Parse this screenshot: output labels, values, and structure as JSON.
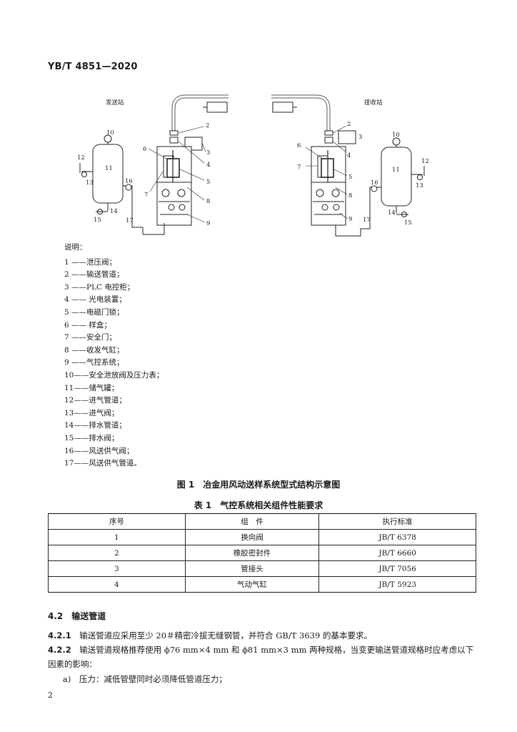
{
  "header": {
    "standard_code": "YB/T 4851—2020"
  },
  "figure": {
    "left_station_label": "发送站",
    "right_station_label": "接收站",
    "left_callouts": [
      "10",
      "12",
      "13",
      "11",
      "15",
      "14",
      "16",
      "17",
      "6",
      "7",
      "2",
      "3",
      "4",
      "5",
      "8",
      "9"
    ],
    "right_callouts": [
      "2",
      "3",
      "6",
      "4",
      "7",
      "5",
      "8",
      "9",
      "17",
      "10",
      "11",
      "12",
      "13",
      "16",
      "14",
      "15"
    ],
    "legend_title": "说明：",
    "legend_items": [
      "1 ——泄压阀；",
      "2 ——输送管道；",
      "3 ——PLC 电控柜；",
      "4 —— 光电装置；",
      "5 ——电磁门锁；",
      "6 —— 样盒；",
      "7 ——安全门；",
      "8 ——收发气缸；",
      "9 ——气控系统；",
      "10——安全泄放阀及压力表；",
      "11——储气罐；",
      "12——进气管道；",
      "13——进气阀；",
      "14——排水管道；",
      "15——排水阀；",
      "16——风送供气阀；",
      "17——风送供气管道。"
    ],
    "caption": "图 1　冶金用风动送样系统型式结构示意图"
  },
  "table": {
    "caption": "表 1　气控系统相关组件性能要求",
    "headers": [
      "序号",
      "组　件",
      "执行标准"
    ],
    "rows": [
      [
        "1",
        "换向阀",
        "JB/T 6378"
      ],
      [
        "2",
        "橡胶密封件",
        "JB/T 6660"
      ],
      [
        "3",
        "管接头",
        "JB/T 7056"
      ],
      [
        "4",
        "气动气缸",
        "JB/T 5923"
      ]
    ]
  },
  "section": {
    "title": "4.2　输送管道",
    "p1_num": "4.2.1",
    "p1_text": "输送管道应采用至少 20＃精密冷拔无缝钢管，并符合 GB/T 3639 的基本要求。",
    "p2_num": "4.2.2",
    "p2_text": "输送管道规格推荐使用 ϕ76 mm×4 mm 和 ϕ81 mm×3 mm 两种规格，当变更输送管道规格时应考虑以下因素的影响：",
    "item_a": "a)　压力：减低管壁同时必须降低管道压力；"
  },
  "page_number": "2"
}
